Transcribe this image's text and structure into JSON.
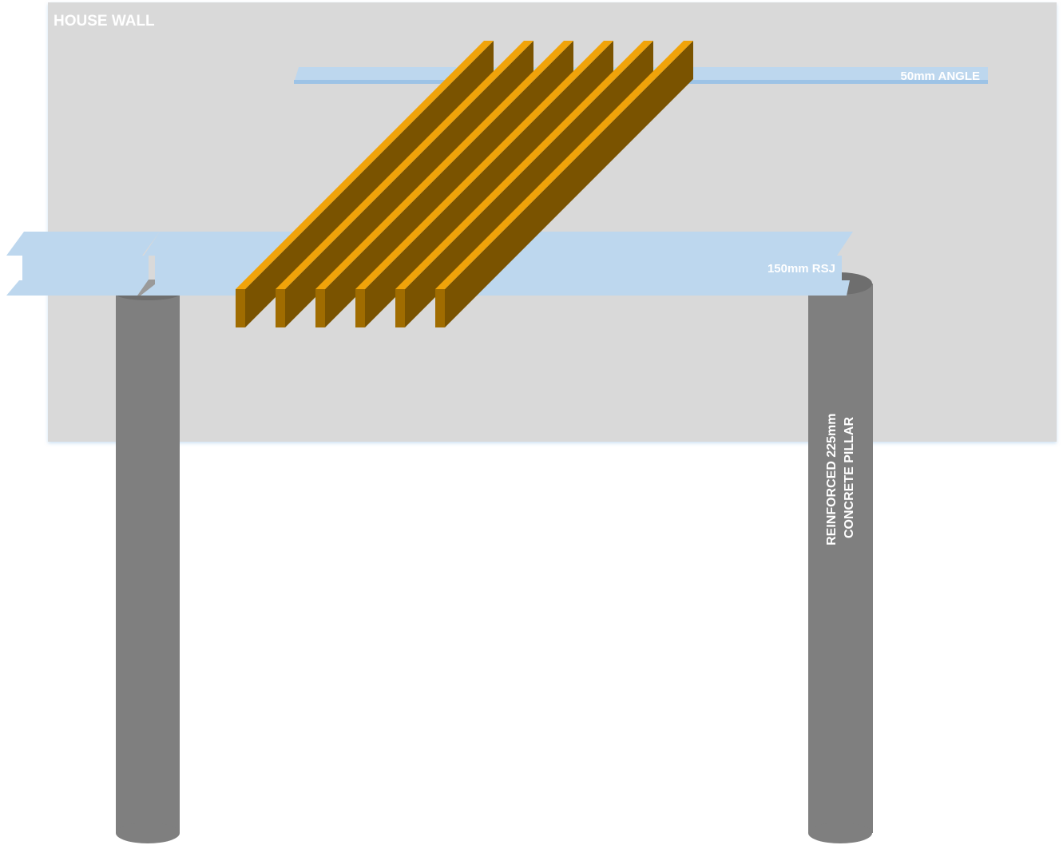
{
  "labels": {
    "house_wall": "HOUSE WALL",
    "angle": "50mm ANGLE",
    "rsj": "150mm RSJ",
    "pillar_line1": "REINFORCED 225mm",
    "pillar_line2": "CONCRETE PILLAR"
  },
  "joists": {
    "count": 6
  },
  "colors": {
    "wall": "#d9d9d9",
    "steel": "#bdd7ee",
    "steel_edge": "#9dc3e6",
    "timber_top": "#f0a30a",
    "timber_side": "#7a5300",
    "timber_end": "#a06c00",
    "pillar": "#7f7f7f",
    "pillar_top": "#6e6e6e",
    "label_text": "#ffffff"
  }
}
